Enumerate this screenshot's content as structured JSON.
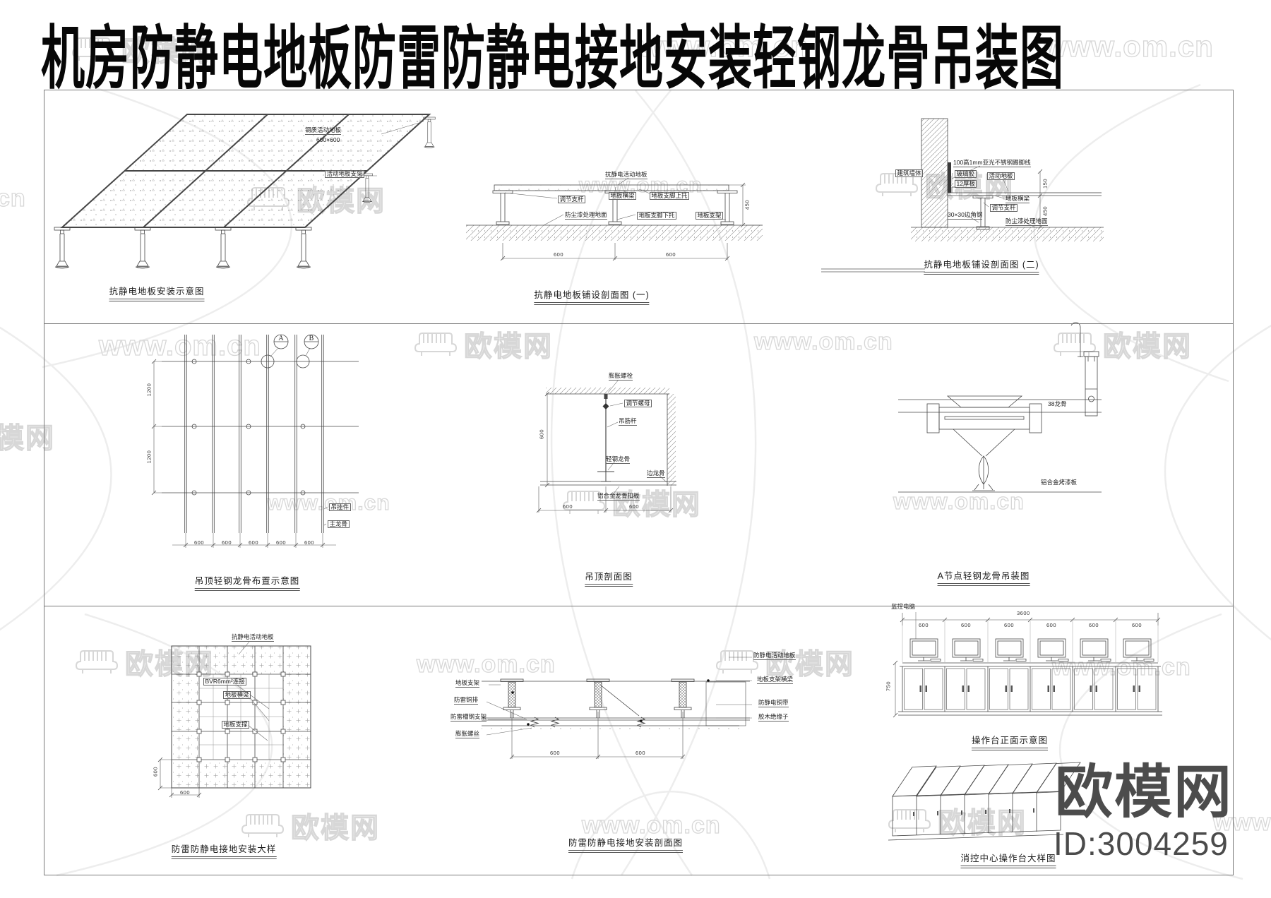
{
  "title": "机房防静电地板防雷防静电接地安装轻钢龙骨吊装图",
  "watermark": {
    "url": "www.om.cn",
    "brand": "欧模网"
  },
  "logo": {
    "brand": "欧模网",
    "id": "ID:3004259"
  },
  "colors": {
    "line": "#454545",
    "watermark": "#d7d7d7",
    "logo_gray": "#4c4c4c"
  },
  "drawings": {
    "iso_floor": {
      "caption": "抗静电地板安装示意图",
      "panel": "钢质活动地板",
      "panel_size": "600×600",
      "support": "活动地板支架"
    },
    "section1": {
      "caption": "抗静电地板铺设剖面图 (一)",
      "top": "抗静电活动地板",
      "rod": "调节支杆",
      "beam": "地板横梁",
      "upper": "地板支脚上托",
      "ground": "防尘漆处理地面",
      "lower": "地板支脚下托",
      "support": "地板支架",
      "dim1": "600",
      "dim2": "600",
      "height": "450"
    },
    "section2": {
      "caption": "抗静电地板铺设剖面图 (二)",
      "wall": "建筑墙体",
      "skirting": "100高1mm亚光不锈钢踢脚线",
      "glue": "玻璃胶",
      "board": "12厚板",
      "panel": "活动地板",
      "beam": "地板横梁",
      "rod": "调节支杆",
      "angle": "30×30边角钢",
      "ground": "防尘漆处理地面",
      "dim_upper": "150",
      "dim_lower": "450"
    },
    "grid_plan": {
      "caption": "吊顶轻钢龙骨布置示意图",
      "node_a": "A",
      "node_b": "B",
      "hanger": "吊挂件",
      "runner": "主龙骨",
      "dim_v": "1200",
      "dim_h": "600"
    },
    "ceiling": {
      "caption": "吊顶剖面图",
      "bolt": "膨胀螺栓",
      "nut": "调节螺母",
      "rod": "吊筋杆",
      "keel": "轻钢龙骨",
      "edge": "边龙骨",
      "panel": "铝合金龙骨扣板",
      "dim_v": "600",
      "dim_h": "600"
    },
    "a_node": {
      "caption": "A节点轻钢龙骨吊装图",
      "keel": "38龙骨",
      "panel": "铝合金烤漆板"
    },
    "ground_plan": {
      "caption": "防雷防静电接地安装大样",
      "panel": "抗静电活动地板",
      "wire": "BVR6mm²连接",
      "beam": "地板横梁",
      "support": "地板支撑",
      "dim_v": "600",
      "dim_h": "600"
    },
    "ground_section": {
      "caption": "防雷防静电接地安装剖面图",
      "l1": "地板支架",
      "l2": "防雷铜排",
      "l3": "防雷槽钢支架",
      "l4": "膨胀螺丝",
      "r1": "防静电活动地板",
      "r2": "地板支架横梁",
      "r3": "防静电铜带",
      "r4": "胶木绝缘子",
      "dim": "600"
    },
    "console_front": {
      "caption": "操作台正面示意图",
      "computer": "监控电脑",
      "total": "3600",
      "bay": "600",
      "height": "750"
    },
    "console_iso": {
      "caption": "消控中心操作台大样图"
    }
  }
}
